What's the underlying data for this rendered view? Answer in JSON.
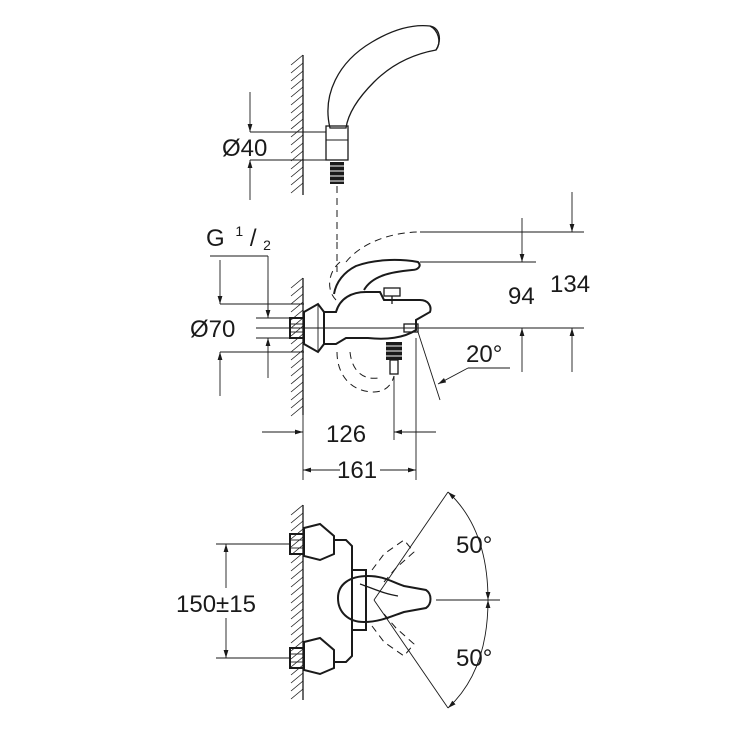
{
  "dimensions": {
    "hose_diameter": "Ø40",
    "thread_main": "G",
    "thread_sup": "1",
    "thread_sub": "2",
    "body_diameter": "Ø70",
    "height_lever": "94",
    "height_total": "134",
    "spout_angle": "20°",
    "depth_spout": "126",
    "depth_total": "161",
    "center_distance": "150±15",
    "rotation_upper": "50°",
    "rotation_lower": "50°"
  }
}
